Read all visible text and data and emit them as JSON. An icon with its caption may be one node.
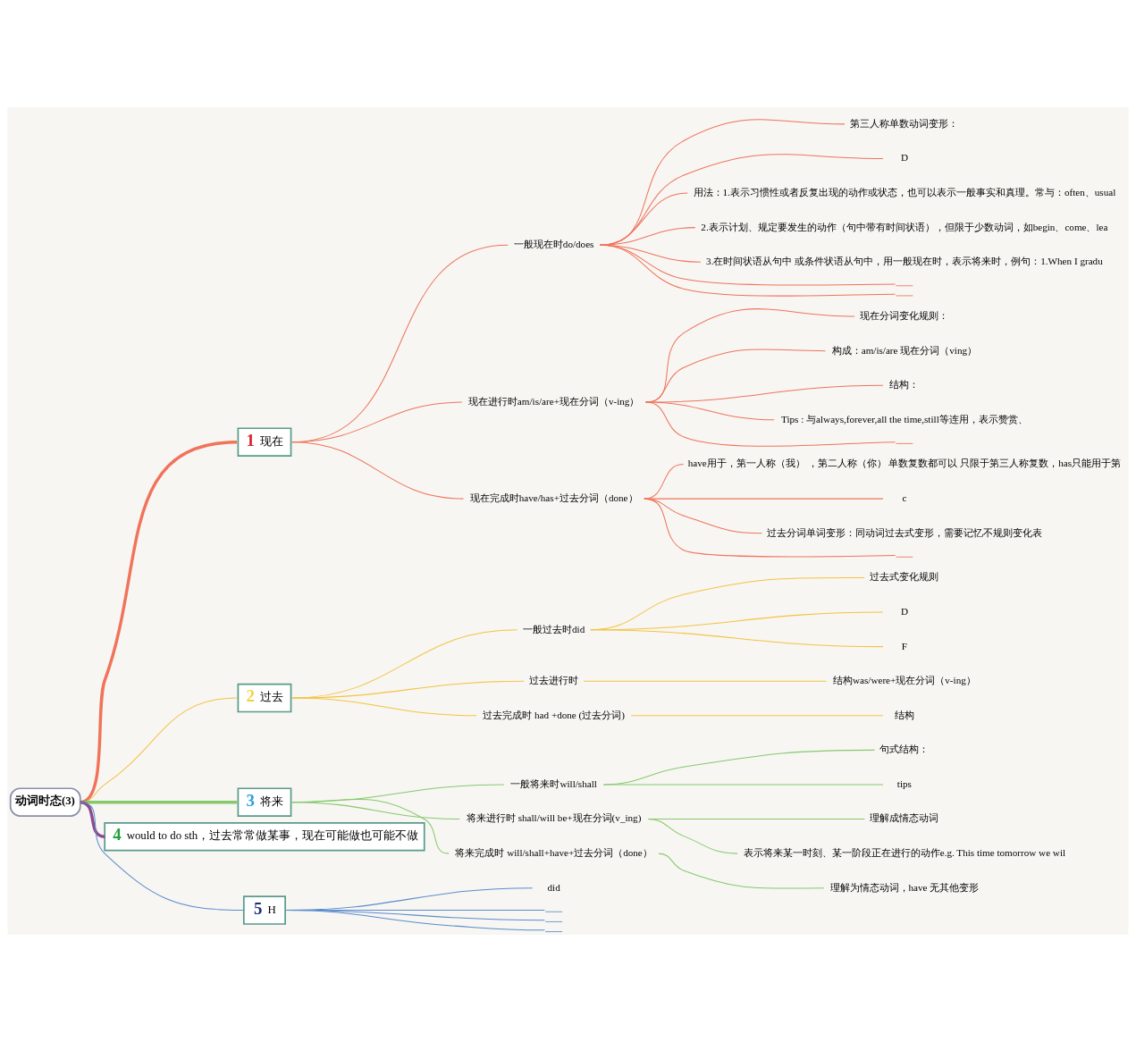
{
  "diagram": {
    "nodes": [
      {
        "text": [
          "动词时态(3)"
        ]
      },
      {
        "text": [
          "1",
          "现在"
        ]
      },
      {
        "text": [
          "一般现在时do/does"
        ]
      },
      {
        "text": [
          "第三人称单数动词变形："
        ]
      },
      {
        "text": [
          "D"
        ]
      },
      {
        "text": [
          "用法：1.表示习惯性或者反复出现的动作或状态，也可以表示一般事实和真理。常与：often、usual"
        ]
      },
      {
        "text": [
          "2.表示计划、规定要发生的动作（句中带有时间状语），但限于少数动词，如begin、come、lea"
        ]
      },
      {
        "text": [
          "3.在时间状语从句中 或条件状语从句中，用一般现在时，表示将来时，例句：1.When I gradu"
        ]
      },
      {
        "text": [],
        "shape": "bar"
      },
      {
        "text": [],
        "shape": "bar"
      },
      {
        "text": [
          "现在进行时am/is/are+现在分词（v-ing）"
        ]
      },
      {
        "text": [
          "现在分词变化规则："
        ]
      },
      {
        "text": [
          "构成：am/is/are 现在分词（ving）"
        ]
      },
      {
        "text": [
          "结构："
        ]
      },
      {
        "text": [
          "Tips : 与always,forever,all the time,still等连用，表示赞赏、"
        ]
      },
      {
        "text": [],
        "shape": "bar"
      },
      {
        "text": [
          "现在完成时have/has+过去分词（done）"
        ]
      },
      {
        "text": [
          "have用于，第一人称（我） ，第二人称（你） 单数复数都可以 只限于第三人称复数，has只能用于第"
        ]
      },
      {
        "text": [
          "c"
        ]
      },
      {
        "text": [
          "过去分词单词变形：同动词过去式变形，需要记忆不规则变化表"
        ]
      },
      {
        "text": [],
        "shape": "bar"
      },
      {
        "text": [
          "2",
          "过去"
        ]
      },
      {
        "text": [
          "一般过去时did"
        ]
      },
      {
        "text": [
          "过去式变化规则"
        ]
      },
      {
        "text": [
          "D"
        ]
      },
      {
        "text": [
          "F"
        ]
      },
      {
        "text": [
          "过去进行时"
        ]
      },
      {
        "text": [
          "结构was/were+现在分词（v-ing）"
        ]
      },
      {
        "text": [
          "过去完成时 had +done (过去分词)"
        ]
      },
      {
        "text": [
          "结构"
        ]
      },
      {
        "text": [
          "3",
          "将来"
        ]
      },
      {
        "text": [
          "一般将来时will/shall"
        ]
      },
      {
        "text": [
          "句式结构："
        ]
      },
      {
        "text": [
          "tips"
        ]
      },
      {
        "text": [
          "将来进行时 shall/will be+现在分词(v_ing)"
        ]
      },
      {
        "text": [
          "理解成情态动词"
        ]
      },
      {
        "text": [
          "表示将来某一时刻、某一阶段正在进行的动作e.g. This time tomorrow we wil"
        ]
      },
      {
        "text": [
          "将来完成时 will/shall+have+过去分词（done）"
        ]
      },
      {
        "text": [
          "理解为情态动词，have 无其他变形"
        ]
      },
      {
        "text": [
          "4",
          "would to do sth，过去常常做某事，现在可能做也可能不做"
        ]
      },
      {
        "text": [
          "5",
          "H"
        ]
      },
      {
        "text": [
          "did"
        ]
      },
      {
        "text": [],
        "shape": "bar"
      },
      {
        "text": [],
        "shape": "bar"
      },
      {
        "text": [],
        "shape": "bar"
      }
    ],
    "edges": [
      {
        "from": 0,
        "to": 1,
        "arrow": "none",
        "style": "thick",
        "color": "#f0735a"
      },
      {
        "from": 1,
        "to": 2,
        "arrow": "none",
        "color": "#f0735a"
      },
      {
        "from": 2,
        "to": 3,
        "arrow": "none",
        "color": "#f0735a"
      },
      {
        "from": 2,
        "to": 4,
        "arrow": "none",
        "color": "#f0735a"
      },
      {
        "from": 2,
        "to": 5,
        "arrow": "none",
        "color": "#f0735a"
      },
      {
        "from": 2,
        "to": 6,
        "arrow": "none",
        "color": "#f0735a"
      },
      {
        "from": 2,
        "to": 7,
        "arrow": "none",
        "color": "#f0735a"
      },
      {
        "from": 2,
        "to": 8,
        "arrow": "none",
        "color": "#f0735a"
      },
      {
        "from": 2,
        "to": 9,
        "arrow": "none",
        "color": "#f0735a"
      },
      {
        "from": 1,
        "to": 10,
        "arrow": "none",
        "color": "#f0735a"
      },
      {
        "from": 10,
        "to": 11,
        "arrow": "none",
        "color": "#f0735a"
      },
      {
        "from": 10,
        "to": 12,
        "arrow": "none",
        "color": "#f0735a"
      },
      {
        "from": 10,
        "to": 13,
        "arrow": "none",
        "color": "#f0735a"
      },
      {
        "from": 10,
        "to": 14,
        "arrow": "none",
        "color": "#f0735a"
      },
      {
        "from": 10,
        "to": 15,
        "arrow": "none",
        "color": "#f0735a"
      },
      {
        "from": 1,
        "to": 16,
        "arrow": "none",
        "color": "#f0735a"
      },
      {
        "from": 16,
        "to": 17,
        "arrow": "none",
        "color": "#f0735a"
      },
      {
        "from": 16,
        "to": 18,
        "arrow": "none",
        "color": "#f0735a"
      },
      {
        "from": 16,
        "to": 19,
        "arrow": "none",
        "color": "#f0735a"
      },
      {
        "from": 16,
        "to": 20,
        "arrow": "none",
        "color": "#f0735a"
      },
      {
        "from": 0,
        "to": 21,
        "arrow": "none",
        "color": "#f5c242"
      },
      {
        "from": 21,
        "to": 22,
        "arrow": "none",
        "color": "#f5c242"
      },
      {
        "from": 22,
        "to": 23,
        "arrow": "none",
        "color": "#f5c242"
      },
      {
        "from": 22,
        "to": 24,
        "arrow": "none",
        "color": "#f5c242"
      },
      {
        "from": 22,
        "to": 25,
        "arrow": "none",
        "color": "#f5c242"
      },
      {
        "from": 21,
        "to": 26,
        "arrow": "none",
        "color": "#f5c242"
      },
      {
        "from": 26,
        "to": 27,
        "arrow": "none",
        "color": "#f5c242"
      },
      {
        "from": 21,
        "to": 28,
        "arrow": "none",
        "color": "#f5c242"
      },
      {
        "from": 28,
        "to": 29,
        "arrow": "none",
        "color": "#f5c242"
      },
      {
        "from": 0,
        "to": 30,
        "arrow": "none",
        "style": "thick",
        "color": "#86c96b"
      },
      {
        "from": 30,
        "to": 31,
        "arrow": "none",
        "color": "#86c96b"
      },
      {
        "from": 31,
        "to": 32,
        "arrow": "none",
        "color": "#86c96b"
      },
      {
        "from": 31,
        "to": 33,
        "arrow": "none",
        "color": "#86c96b"
      },
      {
        "from": 30,
        "to": 34,
        "arrow": "none",
        "color": "#86c96b"
      },
      {
        "from": 34,
        "to": 35,
        "arrow": "none",
        "color": "#86c96b"
      },
      {
        "from": 34,
        "to": 36,
        "arrow": "none",
        "color": "#86c96b"
      },
      {
        "from": 30,
        "to": 37,
        "arrow": "none",
        "color": "#86c96b"
      },
      {
        "from": 37,
        "to": 38,
        "arrow": "none",
        "color": "#86c96b"
      },
      {
        "from": 0,
        "to": 39,
        "arrow": "none",
        "style": "thick",
        "color": "#8e4a8e"
      },
      {
        "from": 0,
        "to": 40,
        "arrow": "none",
        "color": "#5b8ccc"
      },
      {
        "from": 40,
        "to": 41,
        "arrow": "none",
        "color": "#5b8ccc"
      },
      {
        "from": 40,
        "to": 42,
        "arrow": "none",
        "color": "#5b8ccc"
      },
      {
        "from": 40,
        "to": 43,
        "arrow": "none",
        "color": "#5b8ccc"
      },
      {
        "from": 40,
        "to": 44,
        "arrow": "none",
        "color": "#5b8ccc"
      }
    ]
  }
}
